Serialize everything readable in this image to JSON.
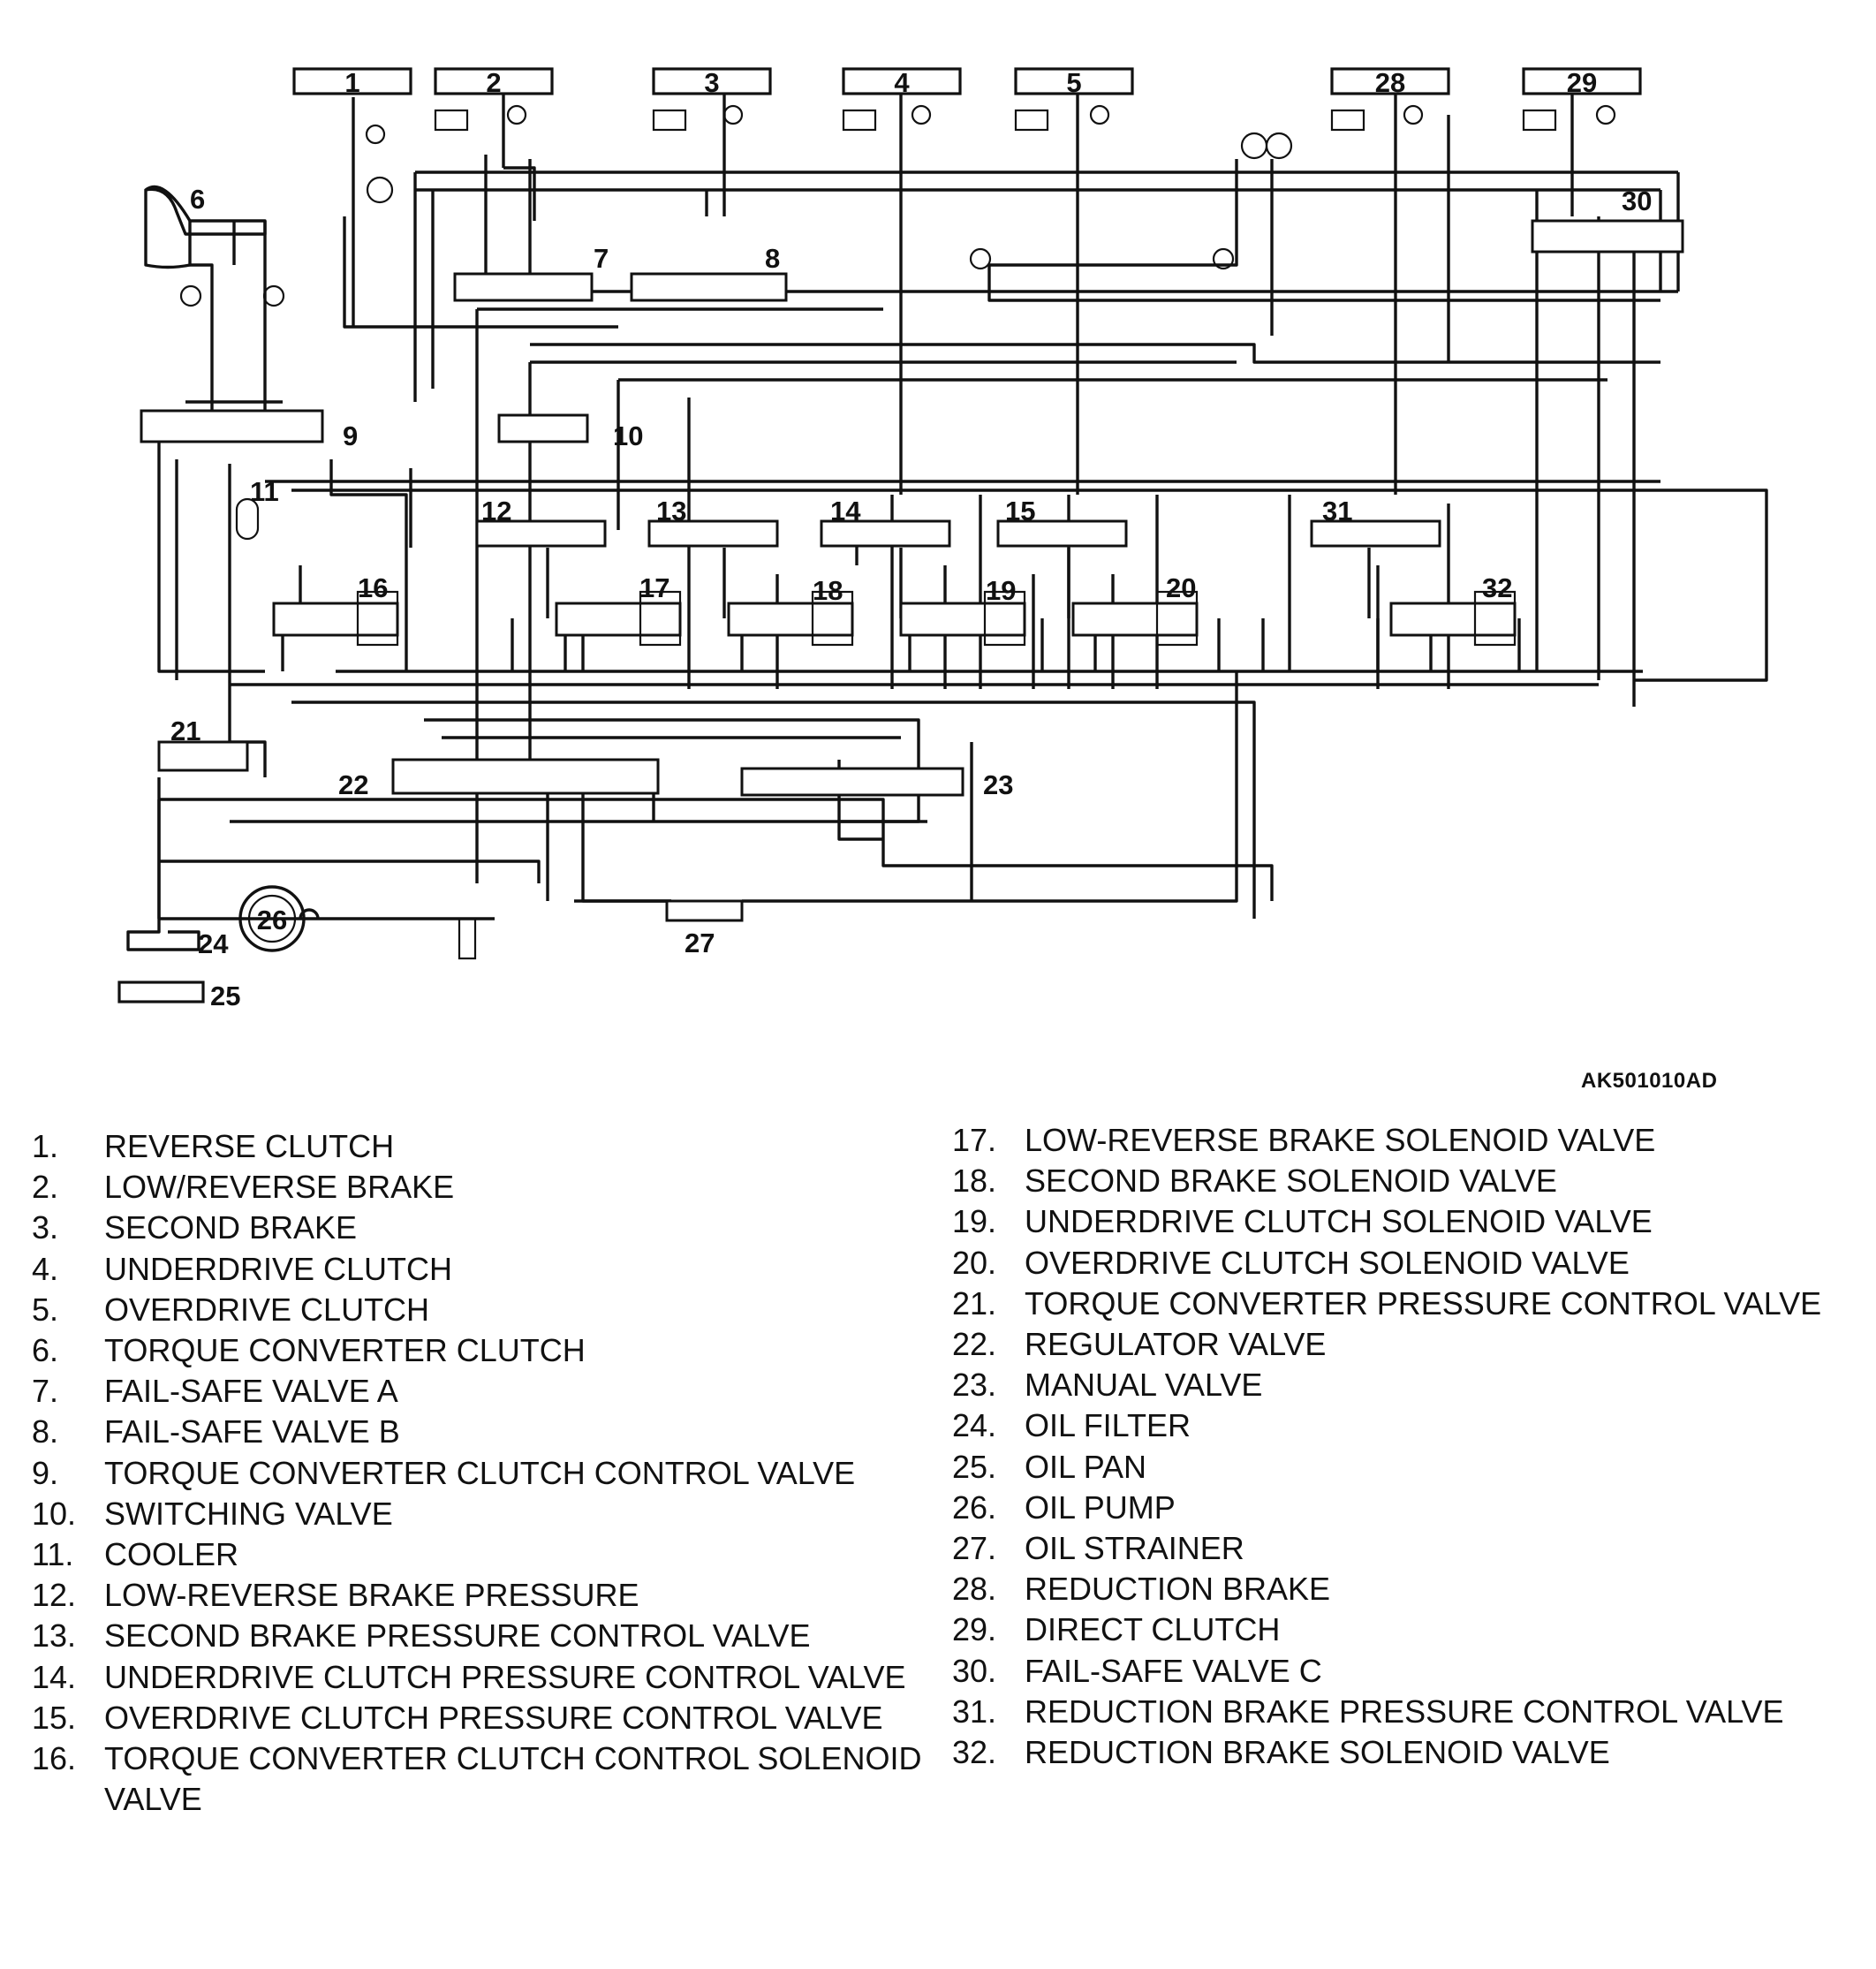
{
  "diagram": {
    "image_code": "AK501010AD",
    "components": [
      {
        "no": "1",
        "name": "REVERSE CLUTCH"
      },
      {
        "no": "2",
        "name": "LOW/REVERSE BRAKE"
      },
      {
        "no": "3",
        "name": "SECOND BRAKE"
      },
      {
        "no": "4",
        "name": "UNDERDRIVE CLUTCH"
      },
      {
        "no": "5",
        "name": "OVERDRIVE CLUTCH"
      },
      {
        "no": "6",
        "name": "TORQUE CONVERTER CLUTCH"
      },
      {
        "no": "7",
        "name": "FAIL-SAFE VALVE A"
      },
      {
        "no": "8",
        "name": "FAIL-SAFE VALVE B"
      },
      {
        "no": "9",
        "name": "TORQUE CONVERTER CLUTCH CONTROL VALVE"
      },
      {
        "no": "10",
        "name": "SWITCHING VALVE"
      },
      {
        "no": "11",
        "name": "COOLER"
      },
      {
        "no": "12",
        "name": "LOW-REVERSE BRAKE PRESSURE"
      },
      {
        "no": "13",
        "name": "SECOND BRAKE PRESSURE CONTROL VALVE"
      },
      {
        "no": "14",
        "name": "UNDERDRIVE CLUTCH PRESSURE CONTROL VALVE"
      },
      {
        "no": "15",
        "name": "OVERDRIVE CLUTCH PRESSURE CONTROL VALVE"
      },
      {
        "no": "16",
        "name": "TORQUE CONVERTER CLUTCH CONTROL SOLENOID VALVE"
      },
      {
        "no": "17",
        "name": "LOW-REVERSE BRAKE SOLENOID VALVE"
      },
      {
        "no": "18",
        "name": "SECOND BRAKE SOLENOID VALVE"
      },
      {
        "no": "19",
        "name": "UNDERDRIVE CLUTCH SOLENOID VALVE"
      },
      {
        "no": "20",
        "name": "OVERDRIVE CLUTCH SOLENOID VALVE"
      },
      {
        "no": "21",
        "name": "TORQUE CONVERTER PRESSURE CONTROL VALVE"
      },
      {
        "no": "22",
        "name": "REGULATOR VALVE"
      },
      {
        "no": "23",
        "name": "MANUAL VALVE"
      },
      {
        "no": "24",
        "name": "OIL FILTER"
      },
      {
        "no": "25",
        "name": "OIL PAN"
      },
      {
        "no": "26",
        "name": "OIL PUMP"
      },
      {
        "no": "27",
        "name": "OIL STRAINER"
      },
      {
        "no": "28",
        "name": "REDUCTION BRAKE"
      },
      {
        "no": "29",
        "name": "DIRECT CLUTCH"
      },
      {
        "no": "30",
        "name": "FAIL-SAFE VALVE C"
      },
      {
        "no": "31",
        "name": "REDUCTION BRAKE PRESSURE CONTROL VALVE"
      },
      {
        "no": "32",
        "name": "REDUCTION BRAKE SOLENOID VALVE"
      }
    ]
  },
  "legend": {
    "left": [
      {
        "no": "1.",
        "text": "REVERSE CLUTCH"
      },
      {
        "no": "2.",
        "text": "LOW/REVERSE BRAKE"
      },
      {
        "no": "3.",
        "text": "SECOND BRAKE"
      },
      {
        "no": "4.",
        "text": "UNDERDRIVE CLUTCH"
      },
      {
        "no": "5.",
        "text": "OVERDRIVE CLUTCH"
      },
      {
        "no": "6.",
        "text": "TORQUE CONVERTER CLUTCH"
      },
      {
        "no": "7.",
        "text": "FAIL-SAFE VALVE A"
      },
      {
        "no": "8.",
        "text": "FAIL-SAFE VALVE B"
      },
      {
        "no": "9.",
        "text": "TORQUE CONVERTER CLUTCH CONTROL VALVE"
      },
      {
        "no": "10.",
        "text": "SWITCHING VALVE"
      },
      {
        "no": "11.",
        "text": "COOLER"
      },
      {
        "no": "12.",
        "text": "LOW-REVERSE BRAKE PRESSURE"
      },
      {
        "no": "13.",
        "text": "SECOND BRAKE PRESSURE CONTROL VALVE"
      },
      {
        "no": "14.",
        "text": "UNDERDRIVE CLUTCH PRESSURE CONTROL VALVE"
      },
      {
        "no": "15.",
        "text": "OVERDRIVE CLUTCH PRESSURE CONTROL VALVE"
      },
      {
        "no": "16.",
        "text": "TORQUE CONVERTER CLUTCH CONTROL SOLENOID VALVE"
      }
    ],
    "right": [
      {
        "no": "17.",
        "text": "LOW-REVERSE BRAKE SOLENOID VALVE"
      },
      {
        "no": "18.",
        "text": "SECOND BRAKE SOLENOID VALVE"
      },
      {
        "no": "19.",
        "text": "UNDERDRIVE CLUTCH SOLENOID VALVE"
      },
      {
        "no": "20.",
        "text": "OVERDRIVE CLUTCH SOLENOID VALVE"
      },
      {
        "no": "21.",
        "text": "TORQUE CONVERTER PRESSURE CONTROL VALVE"
      },
      {
        "no": "22.",
        "text": "REGULATOR VALVE"
      },
      {
        "no": "23.",
        "text": "MANUAL VALVE"
      },
      {
        "no": "24.",
        "text": "OIL FILTER"
      },
      {
        "no": "25.",
        "text": "OIL PAN"
      },
      {
        "no": "26.",
        "text": "OIL PUMP"
      },
      {
        "no": "27.",
        "text": "OIL STRAINER"
      },
      {
        "no": "28.",
        "text": "REDUCTION BRAKE"
      },
      {
        "no": "29.",
        "text": "DIRECT CLUTCH"
      },
      {
        "no": "30.",
        "text": "FAIL-SAFE VALVE C"
      },
      {
        "no": "31.",
        "text": "REDUCTION BRAKE PRESSURE CONTROL VALVE"
      },
      {
        "no": "32.",
        "text": "REDUCTION BRAKE SOLENOID VALVE"
      }
    ]
  }
}
